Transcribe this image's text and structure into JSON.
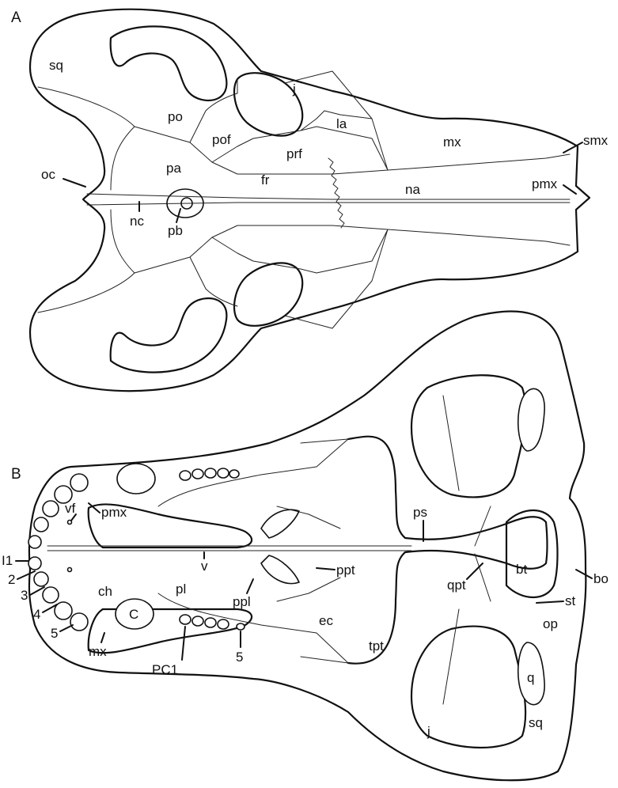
{
  "panels": {
    "a": "A",
    "b": "B"
  },
  "labels_a": {
    "sq": "sq",
    "po": "po",
    "j": "j",
    "la": "la",
    "pof": "pof",
    "prf": "prf",
    "mx": "mx",
    "smx": "smx",
    "oc": "oc",
    "pa": "pa",
    "fr": "fr",
    "na": "na",
    "pmx": "pmx",
    "nc": "nc",
    "pb": "pb"
  },
  "labels_b": {
    "vf": "vf",
    "pmx": "pmx",
    "i1": "I1",
    "n2": "2",
    "n3": "3",
    "n4": "4",
    "n5": "5",
    "ch": "ch",
    "c": "C",
    "mx": "mx",
    "v": "v",
    "pl": "pl",
    "pc1": "PC1",
    "pc5": "5",
    "ppl": "ppl",
    "ppt": "ppt",
    "ec": "ec",
    "tpt": "tpt",
    "ps": "ps",
    "qpt": "qpt",
    "bt": "bt",
    "bo": "bo",
    "st": "st",
    "op": "op",
    "q": "q",
    "j": "j",
    "sq": "sq"
  }
}
